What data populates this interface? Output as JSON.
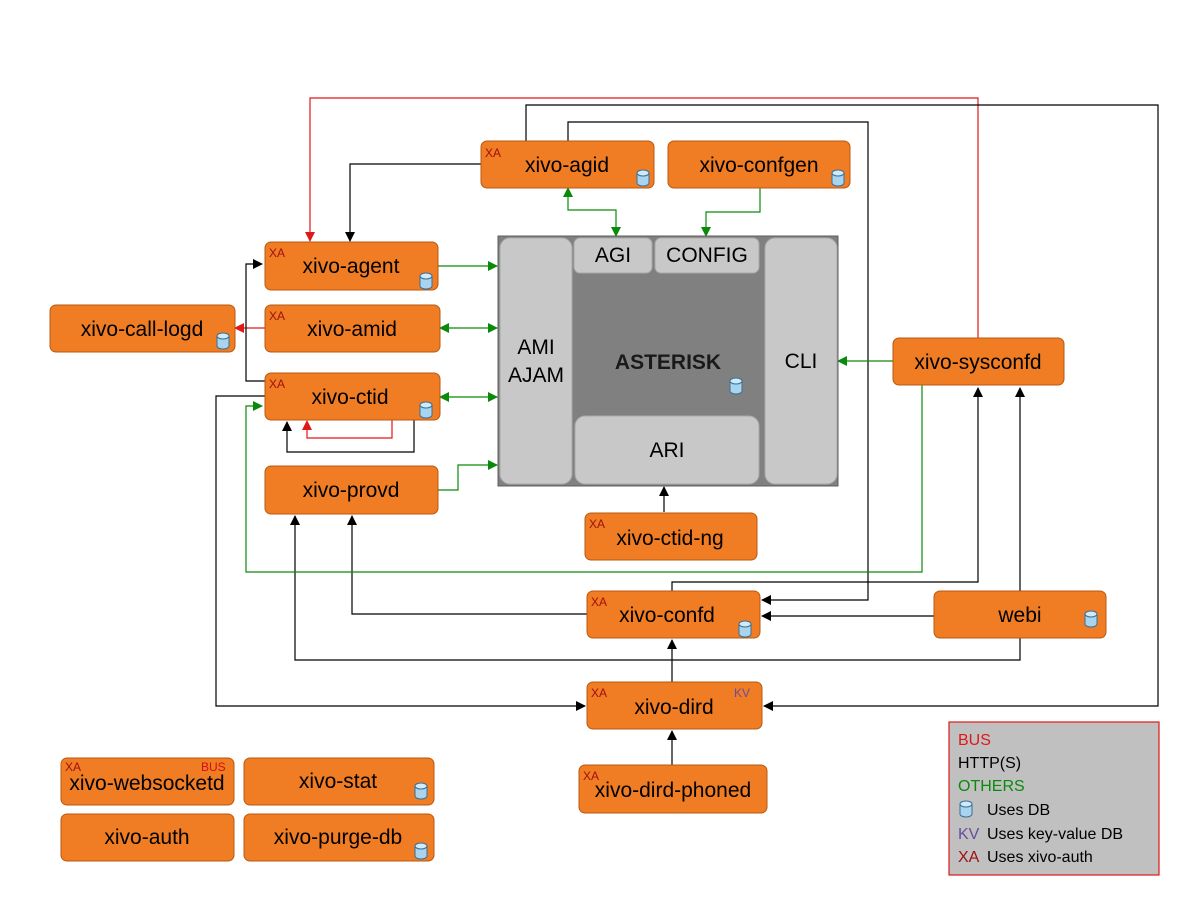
{
  "colors": {
    "service_fill": "#f07c24",
    "service_stroke": "#b85a10",
    "bus": "#e01818",
    "http": "#000000",
    "others": "#0a8a0a",
    "asterisk_core": "#808080",
    "asterisk_module": "#c8c8c8",
    "legend_bg": "#c0c0c0",
    "legend_border": "#e01818",
    "xa_tag": "#a01010",
    "kv_tag": "#6a4c9c",
    "db_icon": "#a8d4f0"
  },
  "asterisk": {
    "title": "ASTERISK",
    "ami_line1": "AMI",
    "ami_line2": "AJAM",
    "agi": "AGI",
    "config": "CONFIG",
    "cli": "CLI",
    "ari": "ARI"
  },
  "services": {
    "agid": {
      "label": "xivo-agid",
      "xa": "XA"
    },
    "confgen": {
      "label": "xivo-confgen"
    },
    "agent": {
      "label": "xivo-agent",
      "xa": "XA"
    },
    "call_logd": {
      "label": "xivo-call-logd"
    },
    "amid": {
      "label": "xivo-amid",
      "xa": "XA"
    },
    "ctid": {
      "label": "xivo-ctid",
      "xa": "XA"
    },
    "provd": {
      "label": "xivo-provd"
    },
    "sysconfd": {
      "label": "xivo-sysconfd"
    },
    "ctid_ng": {
      "label": "xivo-ctid-ng",
      "xa": "XA"
    },
    "confd": {
      "label": "xivo-confd",
      "xa": "XA"
    },
    "webi": {
      "label": "webi"
    },
    "dird": {
      "label": "xivo-dird",
      "xa": "XA",
      "kv": "KV"
    },
    "dird_phoned": {
      "label": "xivo-dird-phoned",
      "xa": "XA"
    },
    "websocketd": {
      "label": "xivo-websocketd",
      "xa": "XA",
      "bus": "BUS"
    },
    "stat": {
      "label": "xivo-stat"
    },
    "auth": {
      "label": "xivo-auth"
    },
    "purge_db": {
      "label": "xivo-purge-db"
    }
  },
  "legend": {
    "bus": "BUS",
    "http": "HTTP(S)",
    "others": "OTHERS",
    "db": "Uses DB",
    "kv_tag": "KV",
    "kv": "Uses key-value DB",
    "xa_tag": "XA",
    "xa": "Uses xivo-auth"
  }
}
